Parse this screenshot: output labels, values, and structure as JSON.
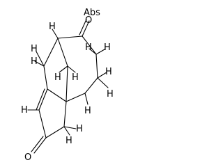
{
  "molecule": {
    "atom_labels": {
      "h_top_left": "H",
      "h_left_ring_top": "H",
      "h_left_ring_upper": "H",
      "h_bridge_left": "H",
      "h_bridge_right": "H",
      "h_right_upper": "H",
      "h_right_ring_top": "H",
      "h_abs_overlay": "Abs",
      "o_right_ketone": "O",
      "h_right_ring_mid": "H",
      "h_right_ring_lower_a": "H",
      "h_right_ring_lower_b": "H",
      "h_vinyl": "H",
      "h_cp_lower_a": "H",
      "h_cp_lower_b": "H",
      "o_left_ketone": "O"
    }
  }
}
